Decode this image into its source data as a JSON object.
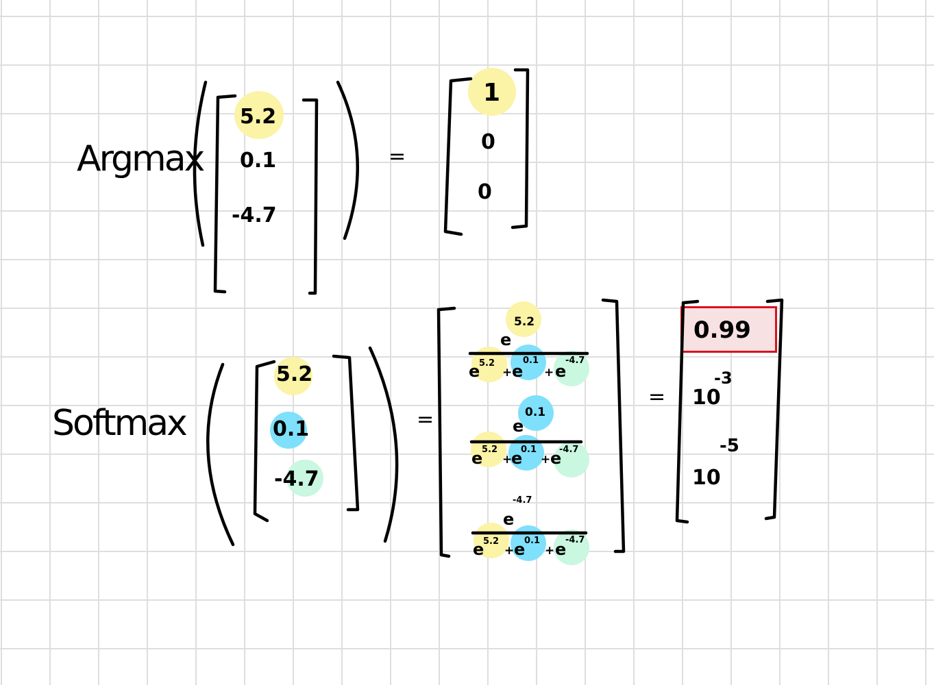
{
  "argmax": {
    "label": "Argmax",
    "input": [
      "5.2",
      "0.1",
      "-4.7"
    ],
    "equals": "=",
    "output": [
      "1",
      "0",
      "0"
    ]
  },
  "softmax": {
    "label": "Softmax",
    "input": [
      "5.2",
      "0.1",
      "-4.7"
    ],
    "equals": "=",
    "base": "e",
    "plus": "+",
    "fractions": [
      {
        "num_exp": "5.2",
        "den_exps": [
          "5.2",
          "0.1",
          "-4.7"
        ]
      },
      {
        "num_exp": "0.1",
        "den_exps": [
          "5.2",
          "0.1",
          "-4.7"
        ]
      },
      {
        "num_exp": "-4.7",
        "den_exps": [
          "5.2",
          "0.1",
          "-4.7"
        ]
      }
    ],
    "equals2": "=",
    "output": [
      {
        "value": "0.99"
      },
      {
        "base": "10",
        "exp": "-3"
      },
      {
        "base": "10",
        "exp": "-5"
      }
    ]
  },
  "colors": {
    "yellow": "#fbf3a6",
    "blue": "#7fe0fb",
    "green": "#c9f7df",
    "red": "#d9121f"
  }
}
